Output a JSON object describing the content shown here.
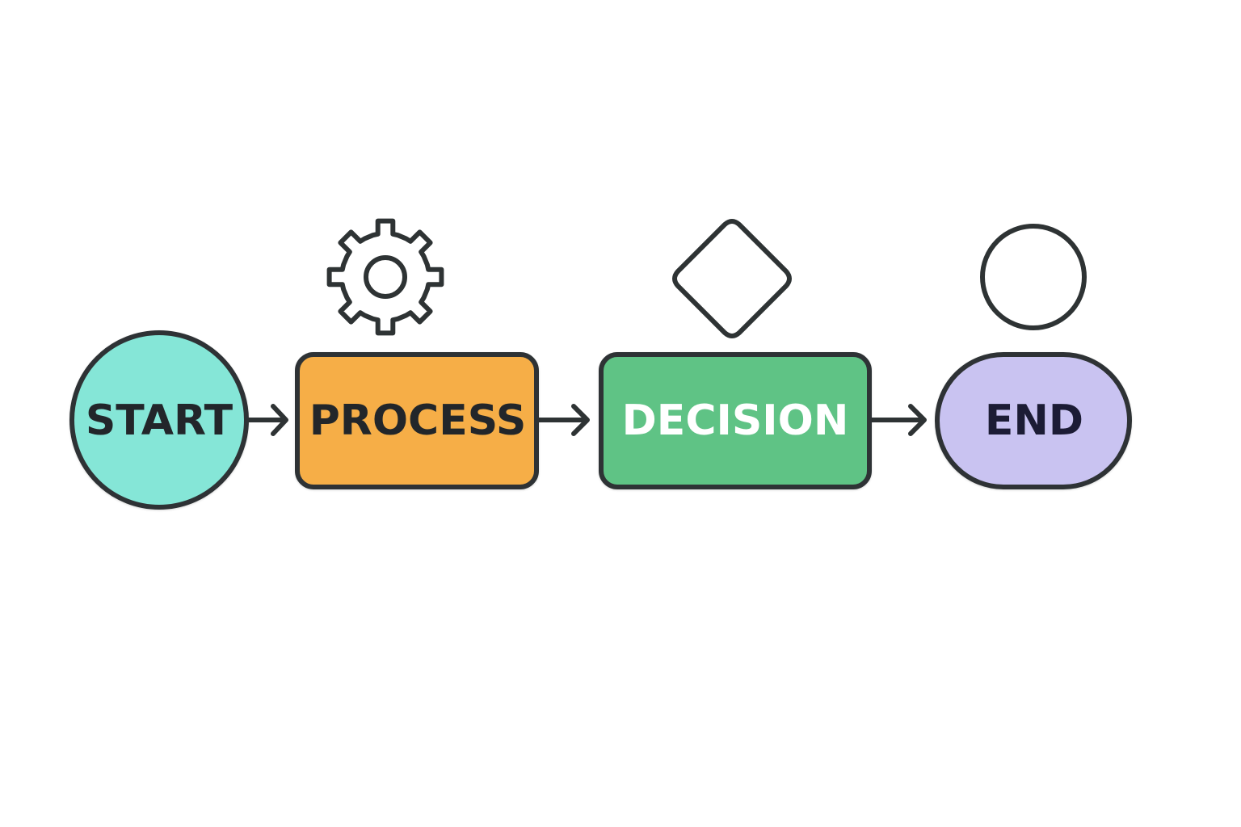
{
  "diagram": {
    "colors": {
      "outline": "#2e3334",
      "background": "#ffffff"
    },
    "nodes": [
      {
        "id": "start",
        "label": "START",
        "shape": "circle",
        "fill": "#85e6d7",
        "text_color": "#23282a"
      },
      {
        "id": "process",
        "label": "PROCESS",
        "shape": "rounded-rectangle",
        "fill": "#f6ae46",
        "text_color": "#23282a",
        "icon": "gear-icon"
      },
      {
        "id": "decision",
        "label": "DECISION",
        "shape": "rounded-rectangle",
        "fill": "#5ec385",
        "text_color": "#ffffff",
        "icon": "diamond-icon"
      },
      {
        "id": "end",
        "label": "END",
        "shape": "pill",
        "fill": "#c9c3f1",
        "text_color": "#1e1f35",
        "icon": "circle-icon"
      }
    ],
    "edges": [
      {
        "from": "start",
        "to": "process"
      },
      {
        "from": "process",
        "to": "decision"
      },
      {
        "from": "decision",
        "to": "end"
      }
    ]
  }
}
